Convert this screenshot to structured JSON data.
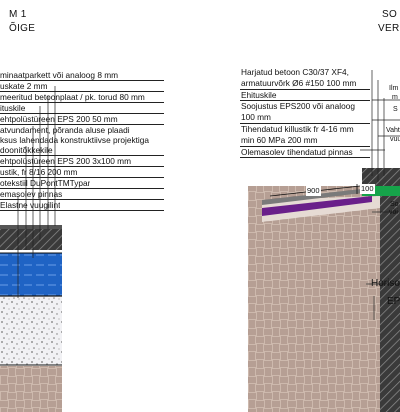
{
  "left": {
    "title_line1": "M 1",
    "title_line2": "ÕIGE",
    "layers": [
      "minaatparkett või analoog 8 mm",
      "uskate 2 mm",
      "meeritud betoonplaat / pk. torud 80 mm",
      "ituskile",
      "ehtpolüstüreen EPS 200 50 mm",
      "atvundament, põranda aluse plaadi",
      "ksus lahendada konstruktiivse projektiga",
      "doonitõkkekile",
      "ehtpolüstüreen EPS 200 3x100 mm",
      "ustik, fr 8/16 200 mm",
      "otekstiil DuPontTMTypar",
      "emasolev pinnas",
      "Elastne vuugilint"
    ]
  },
  "right": {
    "title_line1": "SO",
    "title_line2": "VER",
    "layers": [
      "Harjatud betoon C30/37 XF4,",
      "armatuurvõrk Ø6 #150 100 mm",
      "Ehituskile",
      "Soojustus EPS200 või analoog",
      "100 mm",
      "Tihendatud killustik fr 4-16 mm",
      "min 60 MPa 200 mm",
      "Olemasolev tihendatud pinnas"
    ],
    "side_labels": [
      "Ilm",
      "m",
      "S",
      "Vaht",
      "vuu"
    ],
    "lower_labels": [
      "So",
      "või"
    ],
    "dim_900": "900",
    "dim_100": "100",
    "horiz_label": "Horiso",
    "ep_label": "EP"
  },
  "colors": {
    "eps_blue": "#1f63c4",
    "concrete": "#6b6b6b",
    "insulation_purple": "#6a1f8a",
    "green": "#16a34a",
    "soil": "#cdb9ad",
    "gravel": "#e9e9ee"
  }
}
